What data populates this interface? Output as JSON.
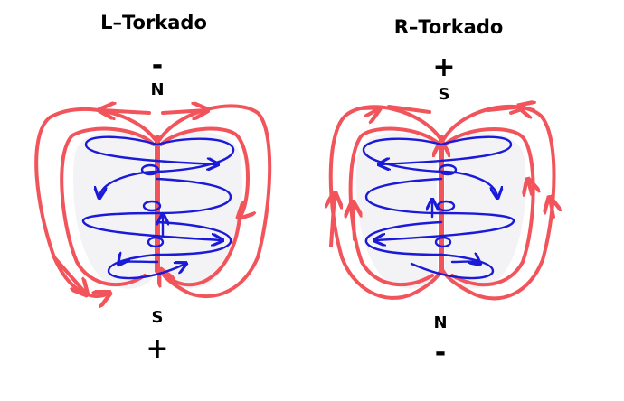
{
  "colors": {
    "field_line": "#f2545b",
    "helix": "#1a1ad8",
    "lobe_fill": "#f3f3f6"
  },
  "diagrams": [
    {
      "title": "L–Torkado",
      "top_sign": "-",
      "top_pole": "N",
      "bottom_pole": "S",
      "bottom_sign": "+"
    },
    {
      "title": "R–Torkado",
      "top_sign": "+",
      "top_pole": "S",
      "bottom_pole": "N",
      "bottom_sign": "-"
    }
  ]
}
